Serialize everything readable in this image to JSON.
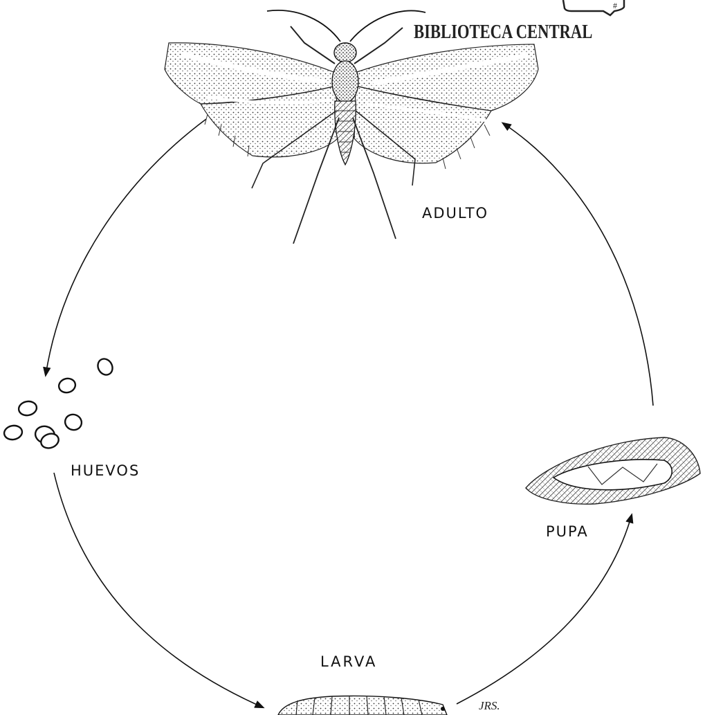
{
  "stages": {
    "adult": "ADULTO",
    "eggs": "HUEVOS",
    "larva": "LARVA",
    "pupa": "PUPA"
  },
  "stamp": {
    "text": "BIBLIOTECA CENTRAL"
  },
  "signature": "JRS.",
  "colors": {
    "ink": "#111111",
    "paper": "#ffffff"
  }
}
